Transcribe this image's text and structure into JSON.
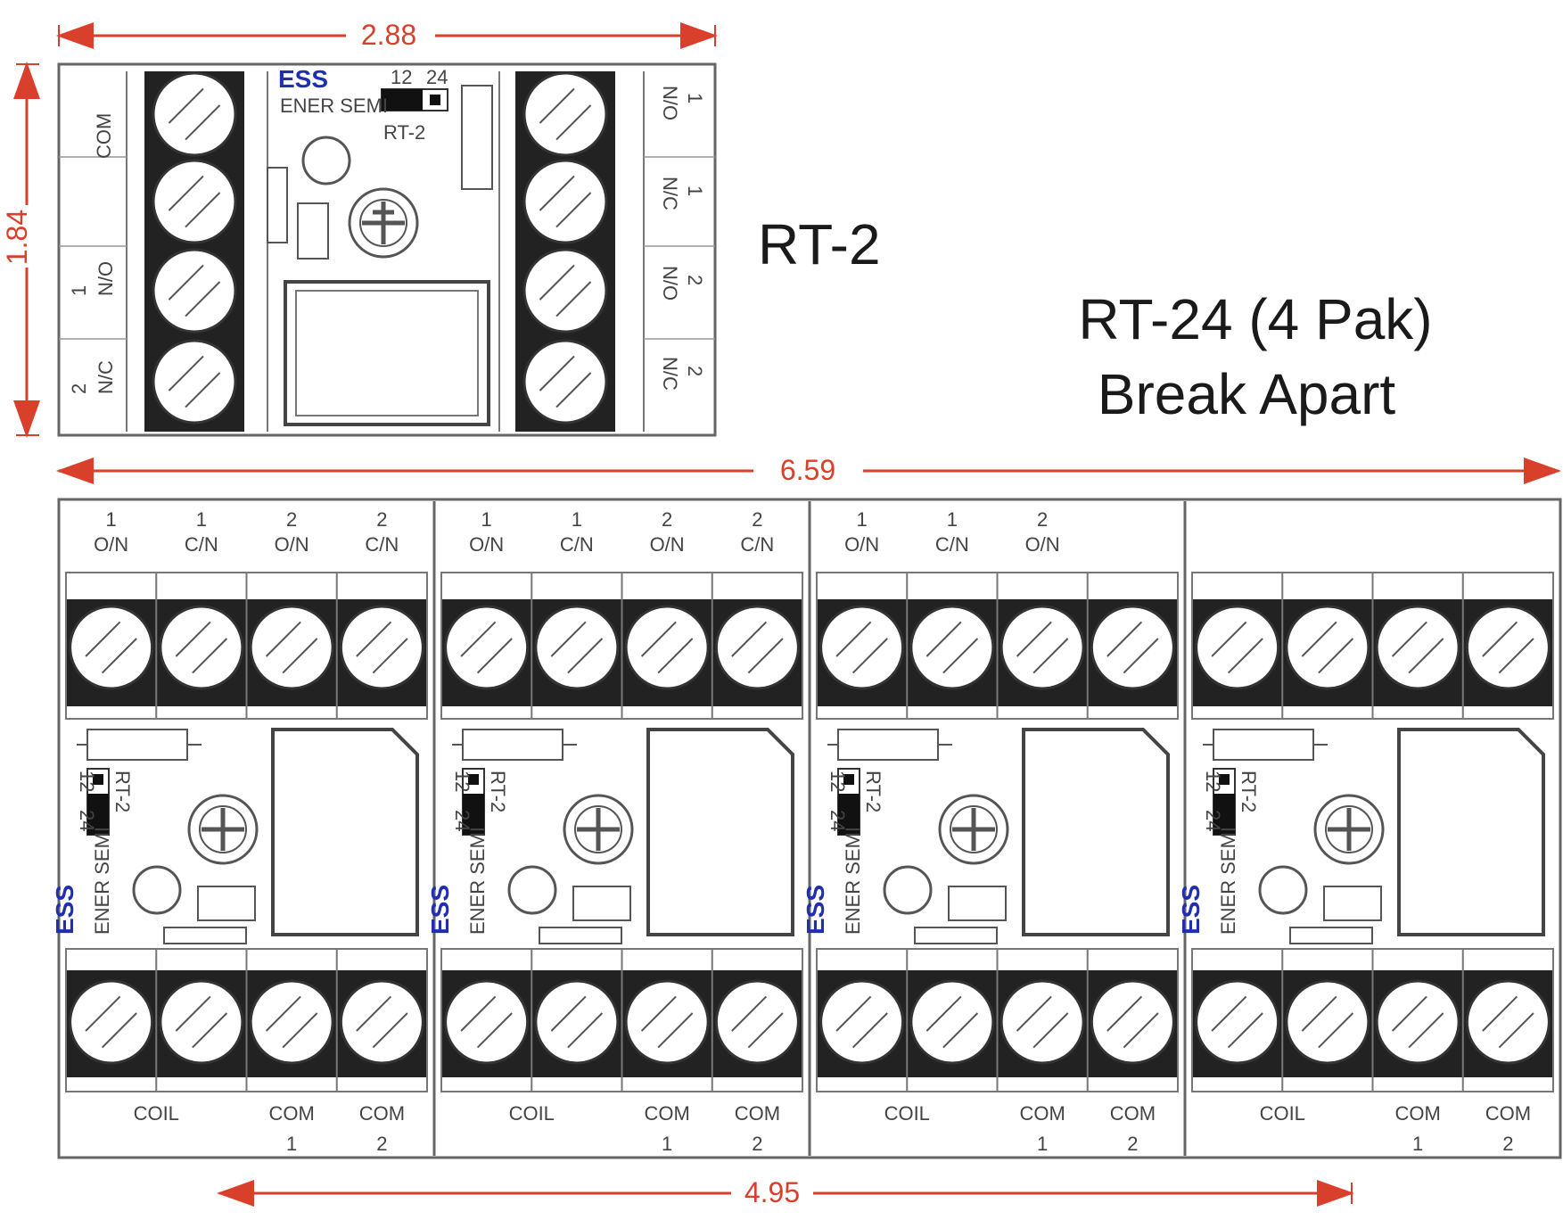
{
  "rt2": {
    "title": "RT-2",
    "brand": "ESS",
    "brand_sub": "ENER SEMI",
    "switch_labels": [
      "12",
      "24"
    ],
    "model_label": "RT-2",
    "left_terminals": [
      [
        "COM"
      ],
      [
        "N/O",
        "1"
      ],
      [
        "N/C",
        "2"
      ]
    ],
    "right_terminals": [
      [
        "N/O",
        "1"
      ],
      [
        "N/C",
        "1"
      ],
      [
        "N/O",
        "2"
      ],
      [
        "N/C",
        "2"
      ]
    ]
  },
  "rt24": {
    "title_line1": "RT-24 (4 Pak)",
    "title_line2": "Break Apart",
    "module_top_labels": [
      [
        "1",
        "O/N"
      ],
      [
        "1",
        "C/N"
      ],
      [
        "2",
        "O/N"
      ],
      [
        "2",
        "C/N"
      ]
    ],
    "bottom_labels": [
      "COIL",
      "COM",
      "COM"
    ],
    "bottom_numbers": [
      "1",
      "2"
    ],
    "switch_labels": [
      "12",
      "24"
    ],
    "switch_model": "RT-2",
    "brand": "ESS",
    "brand_sub": "ENER SEMI"
  },
  "dimensions": {
    "rt2_width": "2.88",
    "rt2_height": "1.84",
    "pak_width": "6.59",
    "bottom_span": "4.95"
  },
  "colors": {
    "dimension": "#d9402b",
    "brand": "#1f2fb0",
    "outline": "#555555"
  }
}
